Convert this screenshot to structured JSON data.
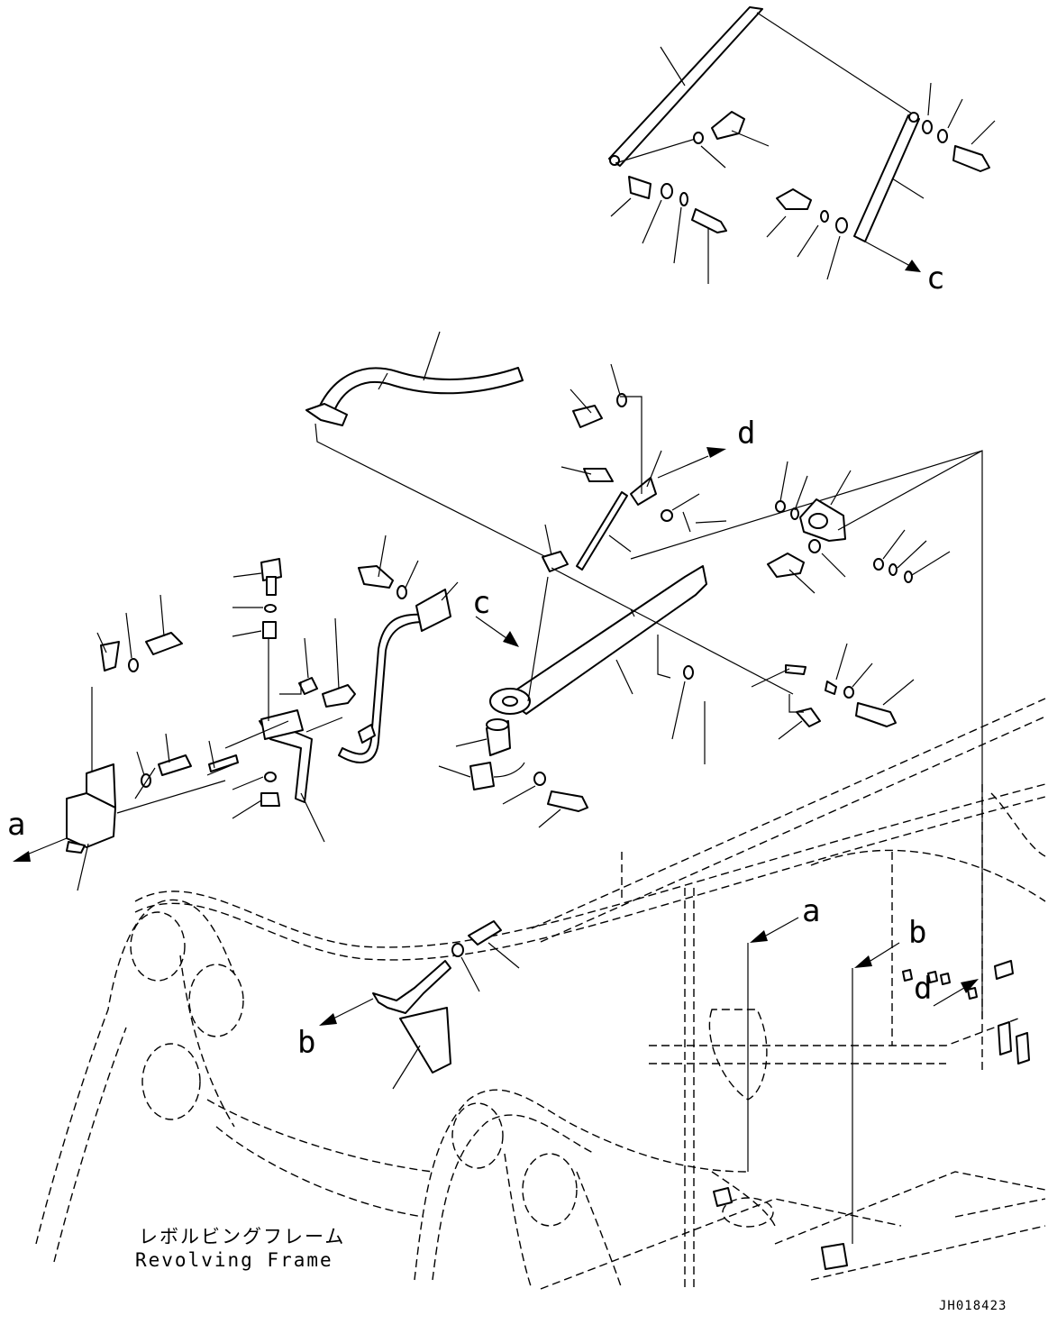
{
  "drawing_id": "JH018423",
  "frame_label": {
    "japanese": "レボルビングフレーム",
    "english": "Revolving Frame"
  },
  "reference_letters": {
    "a": "a",
    "b": "b",
    "c": "c",
    "d": "d"
  }
}
